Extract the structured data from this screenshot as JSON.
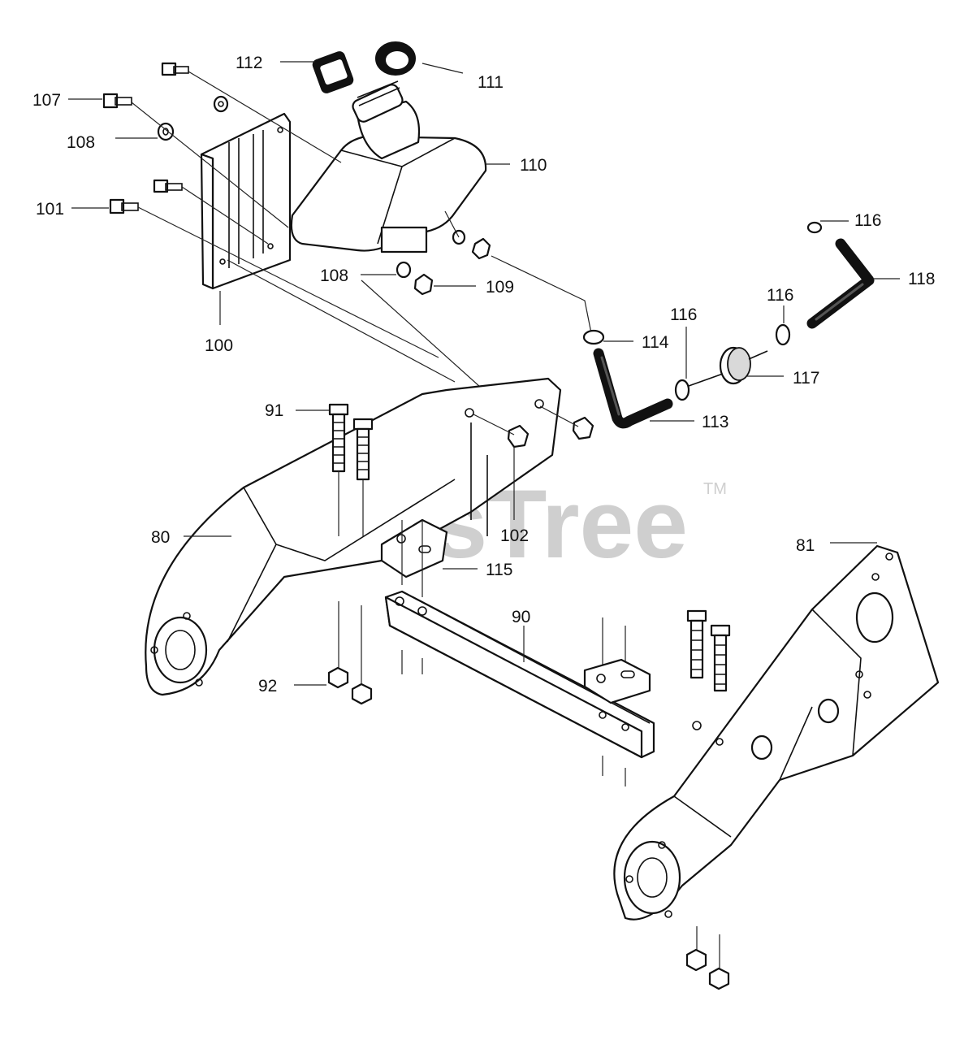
{
  "watermark": {
    "brand": "PartsTree",
    "trademark": "TM"
  },
  "callouts": {
    "c112": "112",
    "c111": "111",
    "c107": "107",
    "c108a": "108",
    "c110": "110",
    "c101": "101",
    "c108b": "108",
    "c109": "109",
    "c100": "100",
    "c116a": "116",
    "c118": "118",
    "c116b": "116",
    "c116c": "116",
    "c114": "114",
    "c117": "117",
    "c113": "113",
    "c91": "91",
    "c102": "102",
    "c80": "80",
    "c115": "115",
    "c81": "81",
    "c90": "90",
    "c92": "92"
  }
}
